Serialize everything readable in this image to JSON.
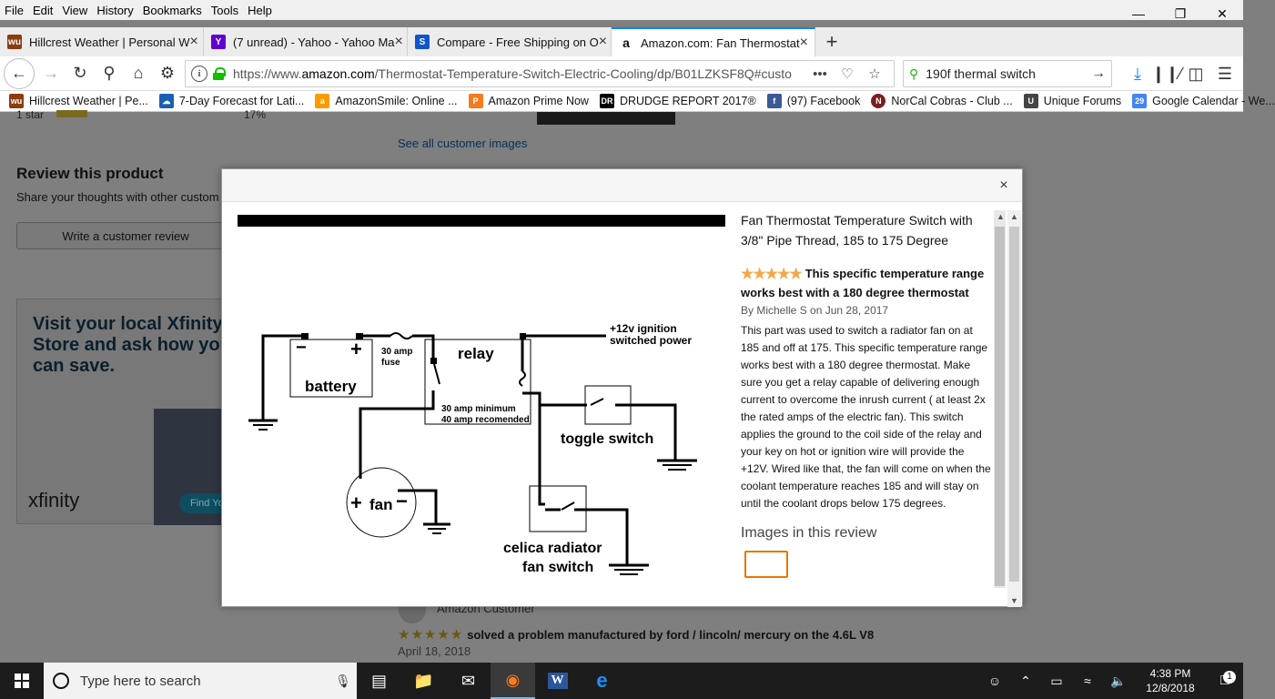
{
  "menu": [
    "File",
    "Edit",
    "View",
    "History",
    "Bookmarks",
    "Tools",
    "Help"
  ],
  "tabs": [
    {
      "title": "Hillcrest Weather | Personal W",
      "icon_color": "#8a3d0f",
      "icon_text": "wu"
    },
    {
      "title": "(7 unread) - Yahoo - Yahoo Ma",
      "icon_color": "#5f01d1",
      "icon_text": "Y"
    },
    {
      "title": "Compare - Free Shipping on O",
      "icon_color": "#1155cc",
      "icon_text": "S"
    },
    {
      "title": "Amazon.com: Fan Thermostat",
      "icon_color": "#ffffff",
      "icon_text": "a"
    }
  ],
  "nav": {
    "url_prefix": "https://www.",
    "url_domain": "amazon.com",
    "url_path": "/Thermostat-Temperature-Switch-Electric-Cooling/dp/B01LZKSF8Q#custo",
    "search_value": "190f thermal switch"
  },
  "bookmarks": [
    {
      "label": "Hillcrest Weather | Pe...",
      "color": "#8a3d0f",
      "icon": "wu"
    },
    {
      "label": "7-Day Forecast for Lati...",
      "color": "#1a5fb4",
      "icon": "☁"
    },
    {
      "label": "AmazonSmile: Online ...",
      "color": "#ff9900",
      "icon": "a"
    },
    {
      "label": "Amazon Prime Now",
      "color": "#f47c20",
      "icon": "P"
    },
    {
      "label": "DRUDGE REPORT 2017®",
      "color": "#000000",
      "icon": "DR"
    },
    {
      "label": "(97) Facebook",
      "color": "#3b5998",
      "icon": "f"
    },
    {
      "label": "NorCal Cobras - Club ...",
      "color": "#7a1f1f",
      "icon": "N"
    },
    {
      "label": "Unique Forums",
      "color": "#444444",
      "icon": "U"
    },
    {
      "label": "Google Calendar - We...",
      "color": "#4285f4",
      "icon": "29"
    }
  ],
  "page": {
    "star_row_label": "1 star",
    "star_row_pct": "17%",
    "see_all": "See all customer images",
    "review_title": "Review this product",
    "review_sub": "Share your thoughts with other custom",
    "write_review": "Write a customer review",
    "ad_text": "Visit your local Xfinity Store and ask how you can save.",
    "ad_logo": "xfinity",
    "ad_button": "Find Yo",
    "reviewer_name": "Amazon Customer",
    "review2_title": "solved a problem manufactured by ford / lincoln/ mercury on the 4.6L V8",
    "review2_date": "April 18, 2018"
  },
  "modal": {
    "close": "×",
    "product_title": "Fan Thermostat Temperature Switch with 3/8\" Pipe Thread, 185 to 175 Degree",
    "stars": "★★★★★",
    "review_title": "This specific temperature range works best with a 180 degree thermostat",
    "review_by": "By Michelle S on Jun 28, 2017",
    "review_body": "This part was used to switch a radiator fan on at 185 and off at 175. This specific temperature range works best with a 180 degree thermostat. Make sure you get a relay capable of delivering enough current to overcome the inrush current ( at least 2x the rated amps of the electric fan). This switch applies the ground to the coil side of the relay and your key on hot or ignition wire will provide the +12V. Wired like that, the fan will come on when the coolant temperature reaches 185 and will stay on until the coolant drops below 175 degrees.",
    "images_heading": "Images in this review",
    "diagram": {
      "battery": "battery",
      "fuse": "30 amp\nfuse",
      "fuse_l1": "30 amp",
      "fuse_l2": "fuse",
      "relay": "relay",
      "relay_min": "30 amp minimum",
      "relay_rec": "40 amp recomended",
      "ign1": "+12v ignition",
      "ign2": "switched power",
      "toggle": "toggle switch",
      "fan": "fan",
      "celica1": "celica radiator",
      "celica2": "fan switch",
      "plus": "+",
      "minus": "−"
    }
  },
  "taskbar": {
    "search_placeholder": "Type here to search",
    "time": "4:38 PM",
    "date": "12/8/2018",
    "notif_count": "1"
  }
}
